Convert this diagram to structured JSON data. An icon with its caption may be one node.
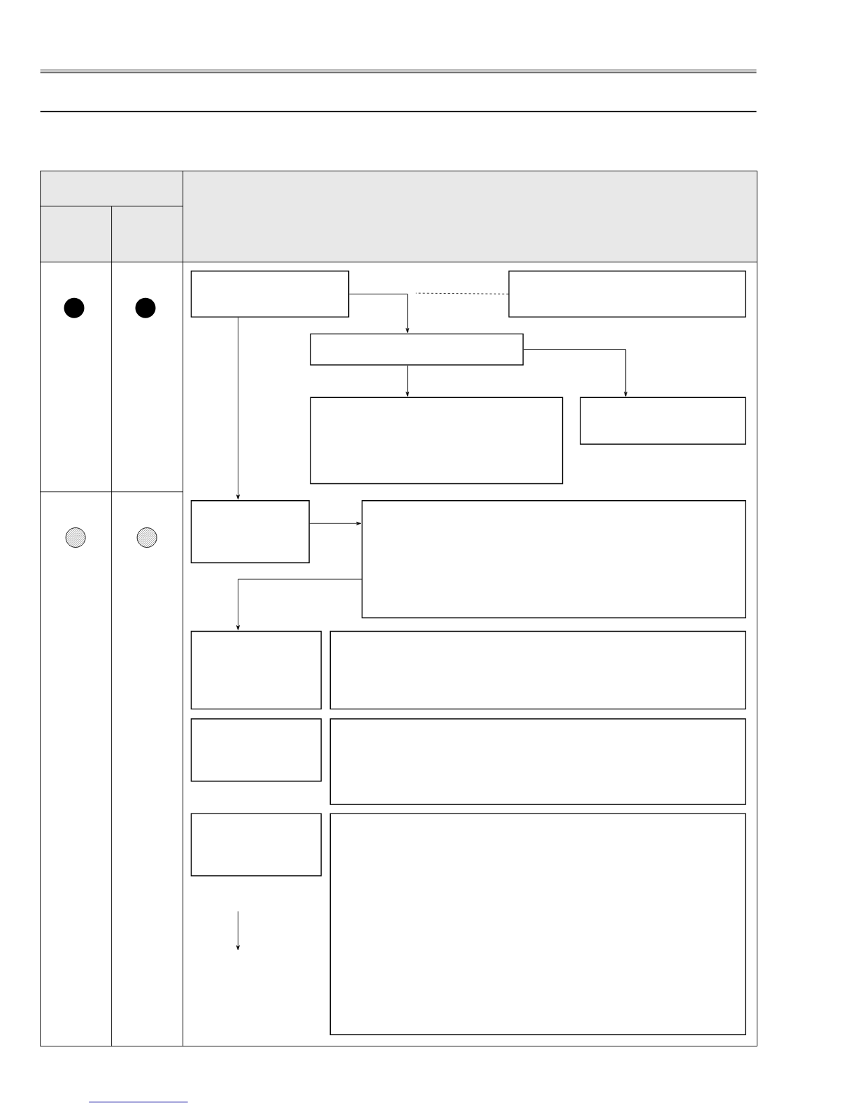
{
  "diagram": {
    "nodes": [
      {
        "text": [],
        "shape": "box"
      },
      {
        "text": [],
        "shape": "box"
      },
      {
        "text": [],
        "shape": "box"
      },
      {
        "text": [],
        "shape": "box"
      },
      {
        "text": [],
        "shape": "box"
      },
      {
        "text": [],
        "shape": "box"
      },
      {
        "text": [],
        "shape": "box"
      },
      {
        "text": [],
        "shape": "box"
      },
      {
        "text": [],
        "shape": "box"
      },
      {
        "text": [],
        "shape": "box"
      },
      {
        "text": [],
        "shape": "box"
      },
      {
        "text": [],
        "shape": "box"
      },
      {
        "text": [],
        "shape": "box"
      }
    ],
    "edges": [
      {
        "from": 0,
        "to": 2,
        "arrow": "to"
      },
      {
        "from": 1,
        "to": null,
        "arrow": "none",
        "style": "dashed"
      },
      {
        "from": 2,
        "to": 3,
        "arrow": "to"
      },
      {
        "from": 2,
        "to": 4,
        "arrow": "to"
      },
      {
        "from": 0,
        "to": 5,
        "arrow": "to"
      },
      {
        "from": 5,
        "to": 6,
        "arrow": "to"
      },
      {
        "from": 6,
        "to": 7,
        "arrow": "to"
      }
    ]
  }
}
